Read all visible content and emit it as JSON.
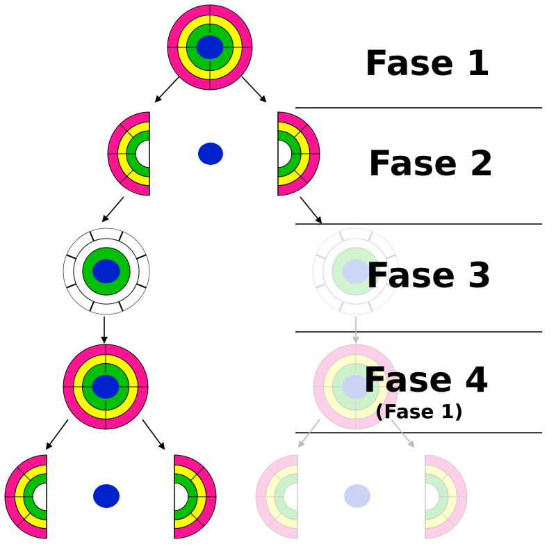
{
  "phases": [
    {
      "label": "Fase 1"
    },
    {
      "label": "Fase 2"
    },
    {
      "label": "Fase 3"
    },
    {
      "label": "Fase 4",
      "sublabel": "(Fase 1)"
    }
  ],
  "colors": {
    "outer": "#ff1493",
    "middle": "#ffff00",
    "inner": "#00c000",
    "core": "#0022cc",
    "line": "#000000",
    "ghost_arrow": "#bbbbbb"
  }
}
